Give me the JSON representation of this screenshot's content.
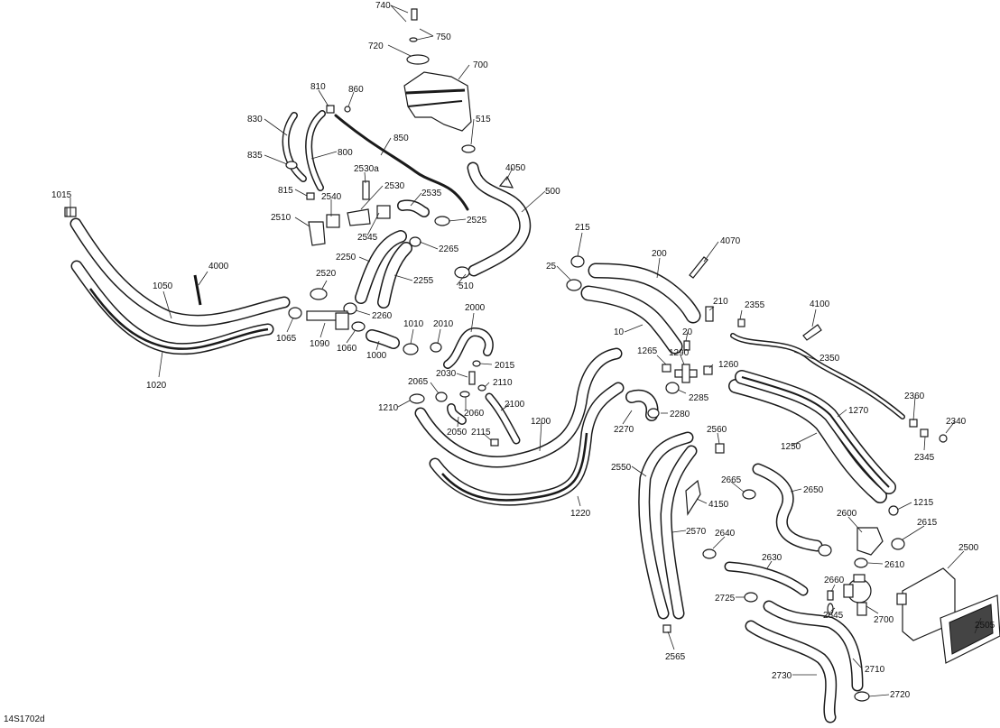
{
  "diagram": {
    "reference_code": "14S1702d",
    "callouts": [
      "740",
      "750",
      "720",
      "700",
      "810",
      "860",
      "830",
      "800",
      "850",
      "515",
      "835",
      "2530a",
      "4050",
      "815",
      "2540",
      "2530",
      "2535",
      "500",
      "1015",
      "2510",
      "2525",
      "2545",
      "2265",
      "2250",
      "2255",
      "4000",
      "2520",
      "510",
      "215",
      "200",
      "4070",
      "25",
      "1050",
      "2260",
      "1065",
      "1090",
      "1060",
      "1000",
      "1010",
      "2010",
      "2000",
      "210",
      "2355",
      "4100",
      "10",
      "20",
      "1265",
      "1290",
      "2015",
      "2350",
      "1260",
      "2030",
      "2110",
      "2285",
      "2065",
      "2060",
      "2100",
      "1210",
      "2270",
      "2280",
      "2360",
      "1270",
      "2340",
      "2050",
      "2115",
      "1200",
      "2560",
      "1250",
      "2345",
      "1020",
      "2550",
      "2665",
      "2650",
      "4150",
      "1215",
      "1220",
      "2600",
      "2615",
      "2570",
      "2640",
      "2630",
      "2610",
      "2500",
      "2660",
      "2725",
      "2700",
      "2645",
      "2505",
      "2565",
      "2710",
      "2730",
      "2720"
    ]
  }
}
